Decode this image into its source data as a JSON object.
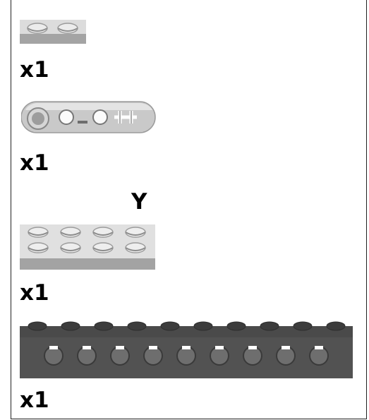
{
  "parts": [
    {
      "name": "plate-1x2",
      "quantity": "x1"
    },
    {
      "name": "technic-liftarm-thin-1x5",
      "quantity": "x1"
    },
    {
      "name": "plate-2x4",
      "quantity": "x1",
      "callout": "Y"
    },
    {
      "name": "technic-brick-1x10",
      "quantity": "x1"
    }
  ],
  "colors": {
    "light_gray": "#d6d6d6",
    "mid_gray": "#a9a9a9",
    "dark_gray": "#555555",
    "stud_dark": "#3f3f3f"
  }
}
